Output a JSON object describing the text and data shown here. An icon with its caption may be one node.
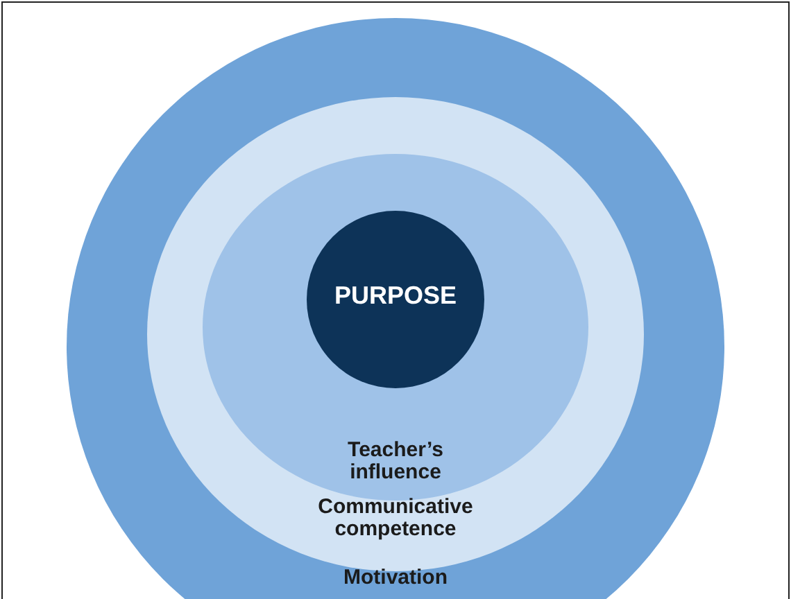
{
  "diagram": {
    "nodes": [
      {
        "text": [
          "Motivation"
        ]
      },
      {
        "text": [
          "Communicative competence"
        ],
        "in": 0
      },
      {
        "text": [
          "Teacher’s influence"
        ],
        "in": 1
      },
      {
        "text": [
          "PURPOSE"
        ],
        "in": 2
      }
    ]
  }
}
